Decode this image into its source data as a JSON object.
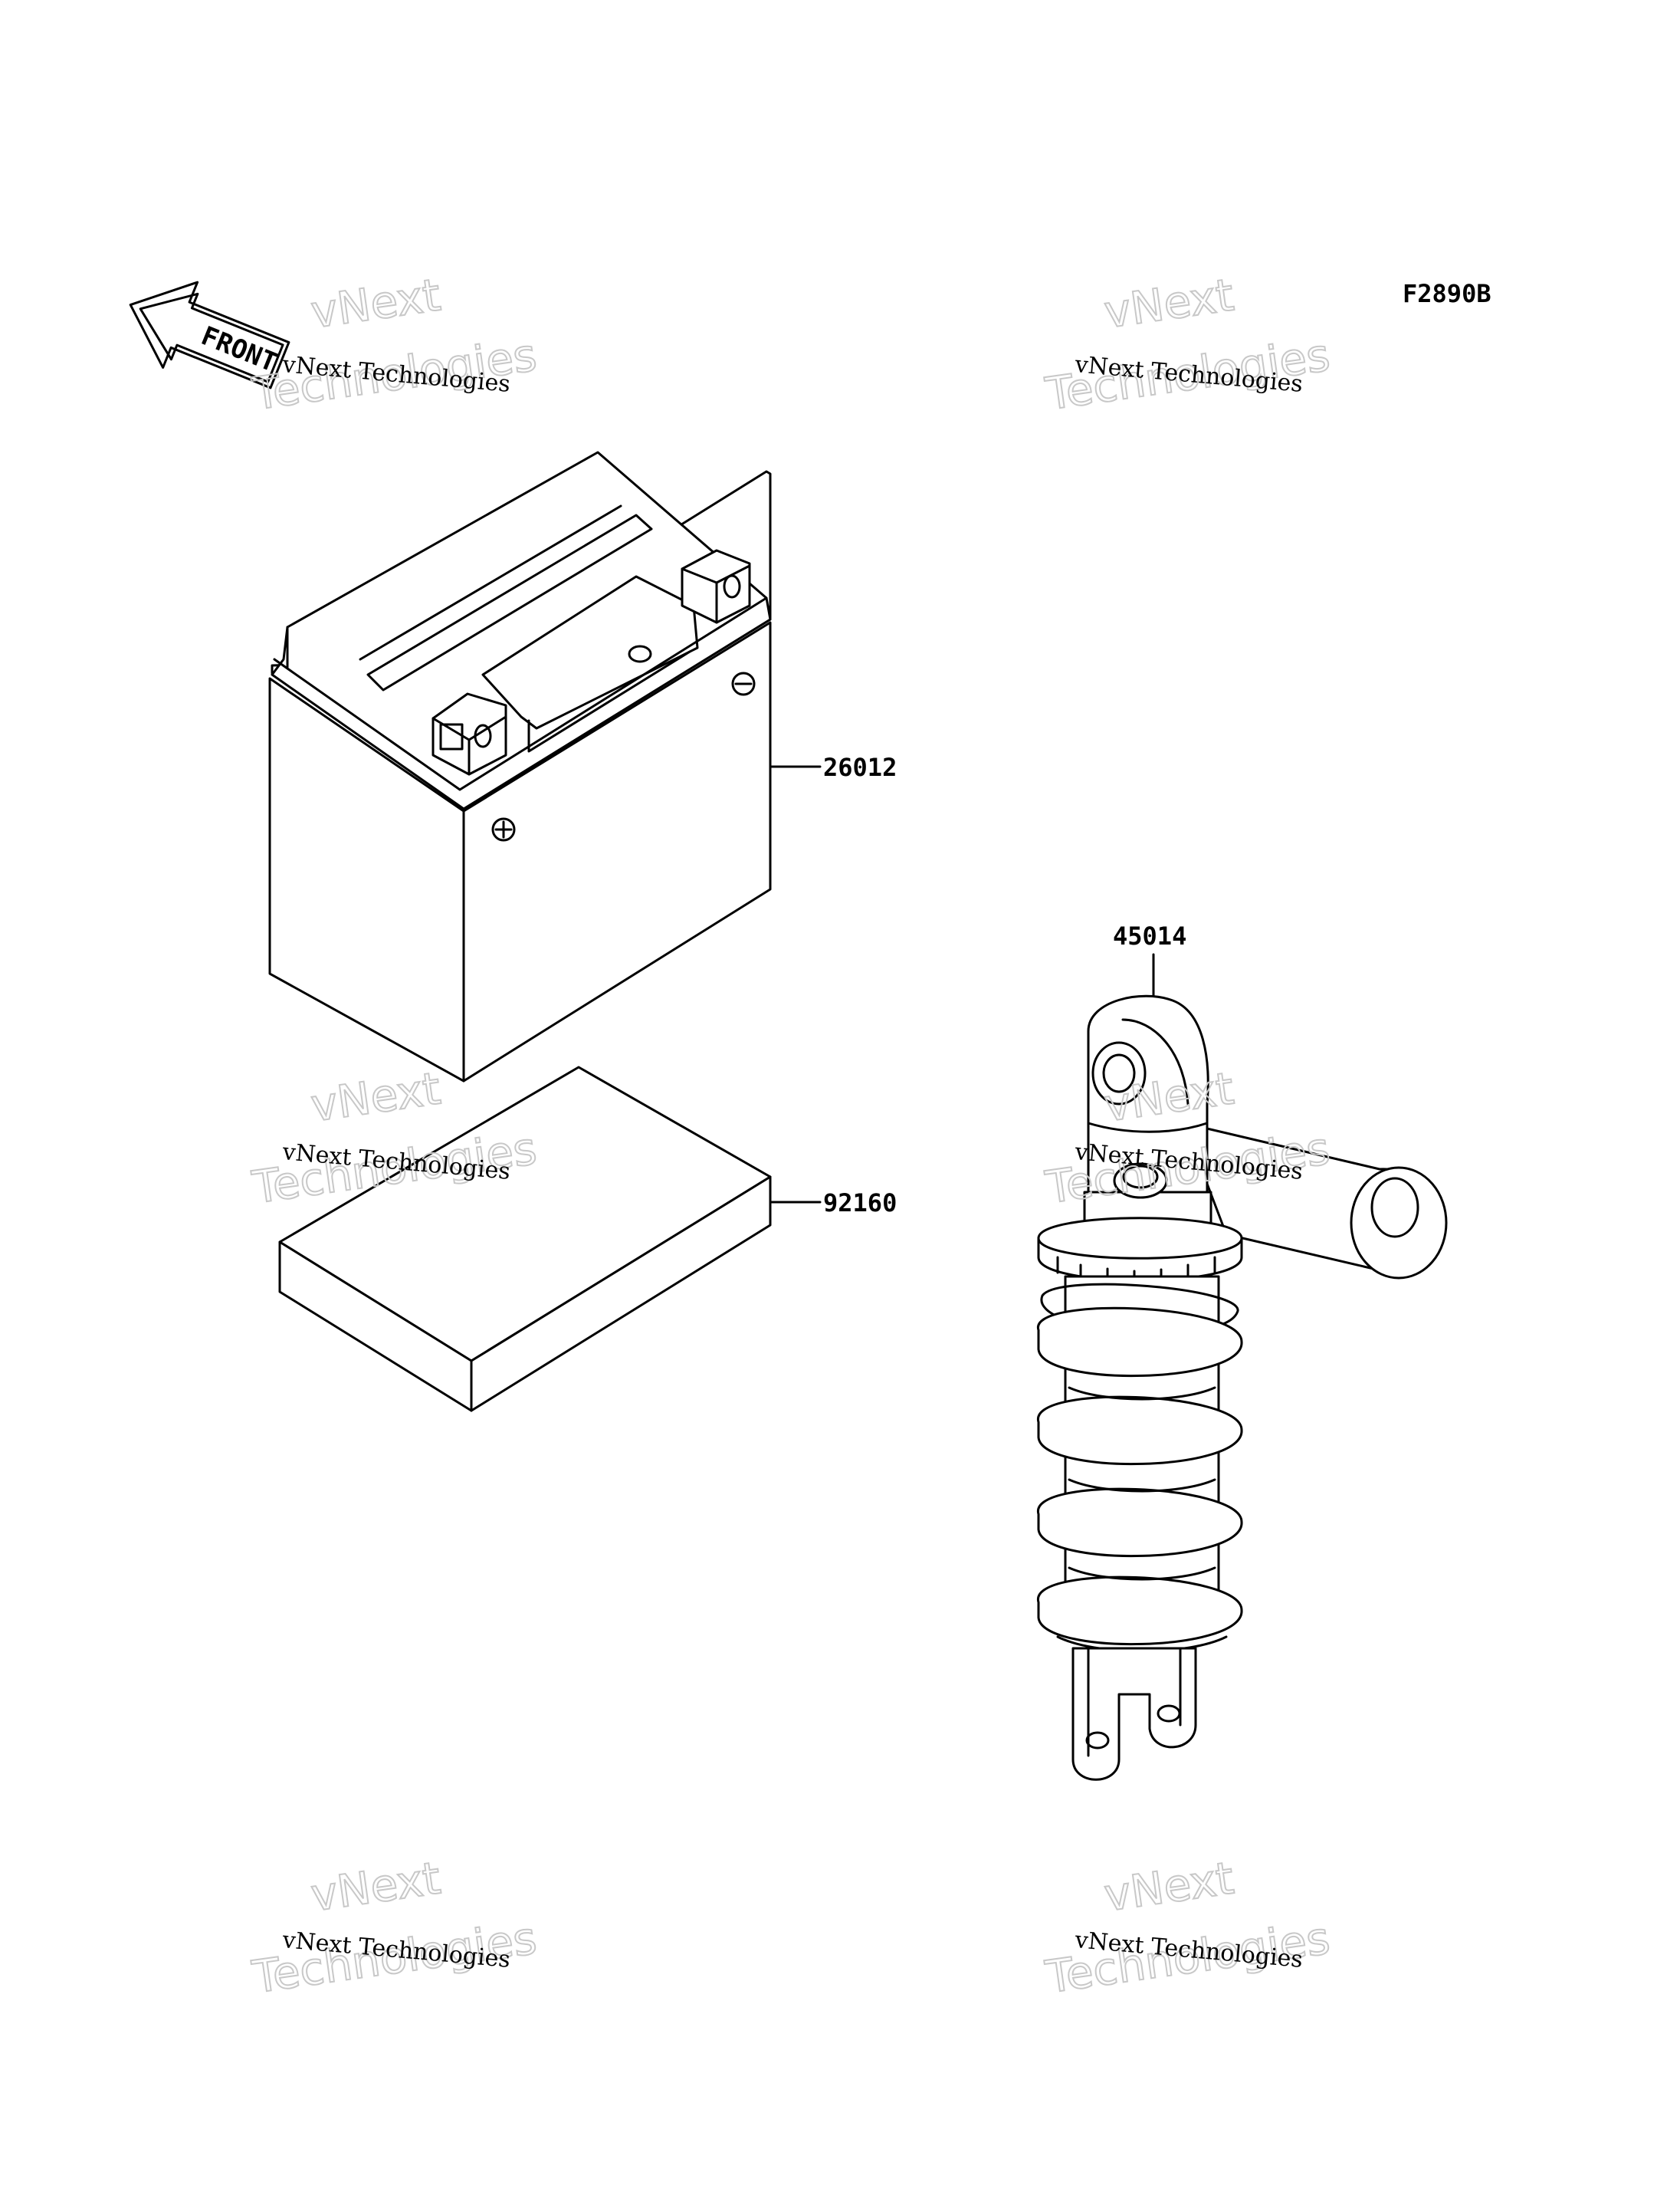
{
  "figure_code": "F2890B",
  "front_arrow_label": "FRONT",
  "watermark": {
    "small": "vNext Technologies",
    "big_line1": "vNext",
    "big_line2": "Technologies"
  },
  "parts": [
    {
      "number": "26012",
      "name": "battery"
    },
    {
      "number": "92160",
      "name": "battery-pad"
    },
    {
      "number": "45014",
      "name": "rear-shock-absorber"
    }
  ]
}
